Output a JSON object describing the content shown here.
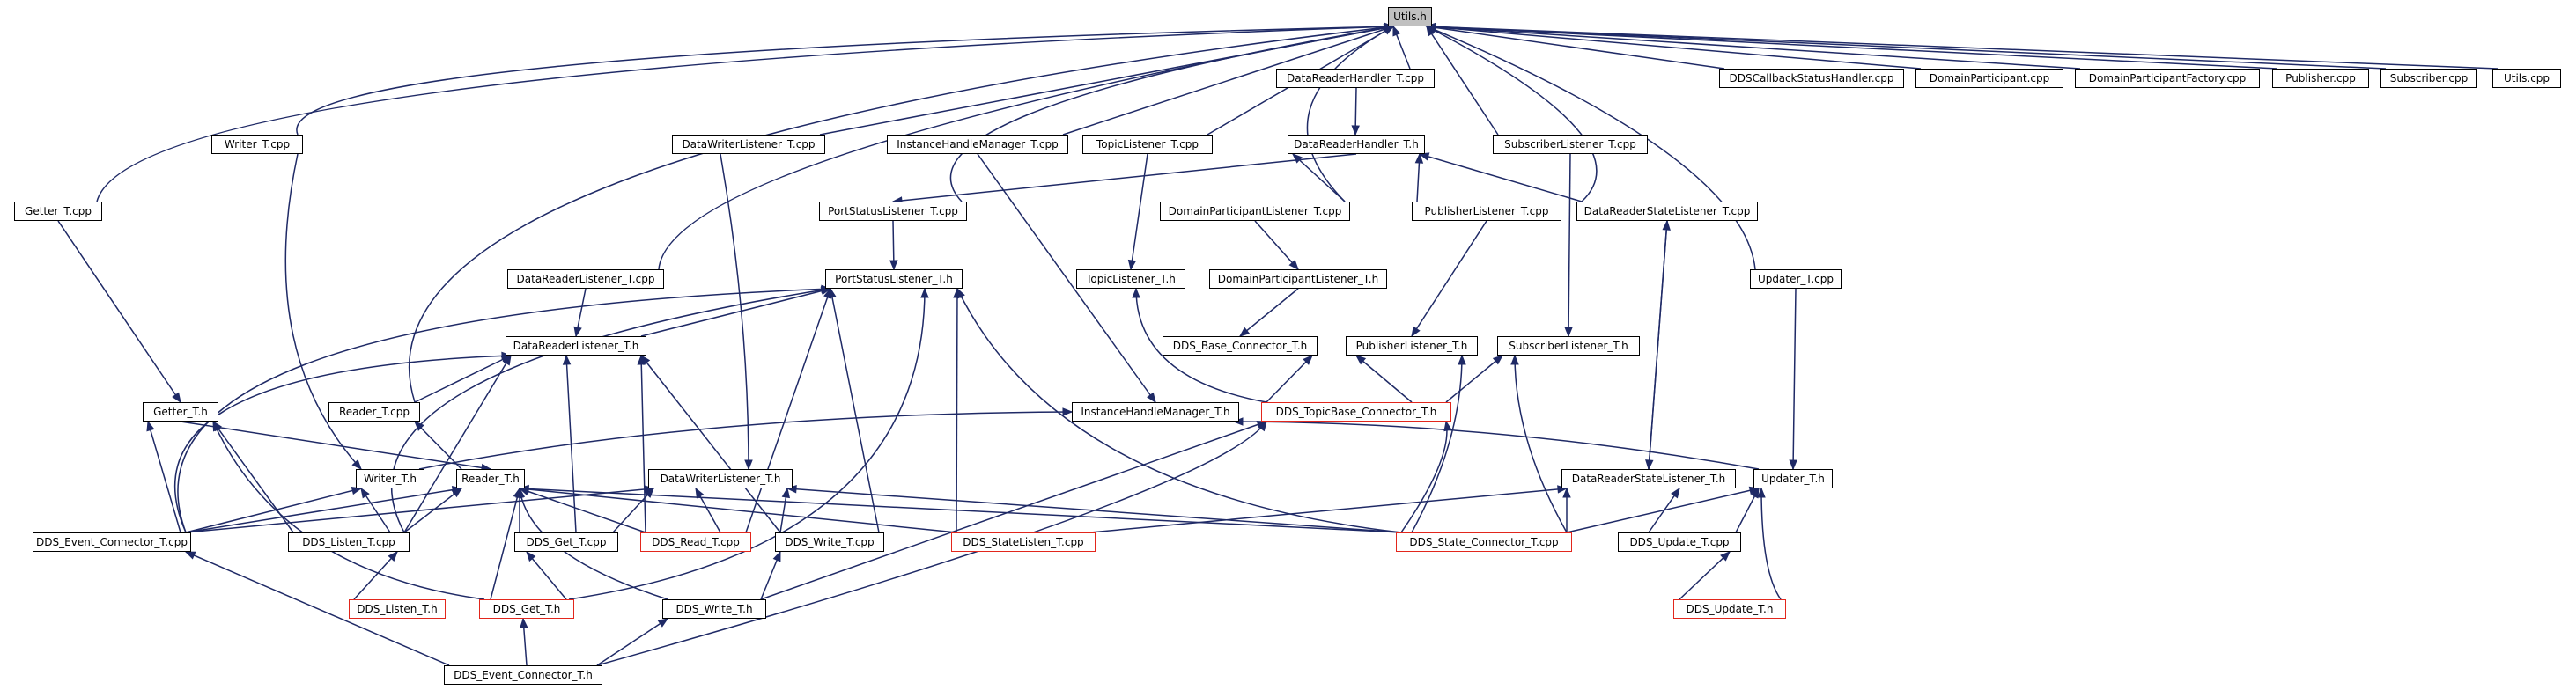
{
  "graph": {
    "title": "Include dependency graph",
    "colors": {
      "edge": "#1f2a66",
      "node_border": "#000000",
      "incomplete_border": "#e2261c",
      "root_fill": "#c0c0c0"
    },
    "nodes": {
      "utils_h": "Utils.h",
      "drh_t_cpp": "DataReaderHandler_T.cpp",
      "dds_cb_cpp": "DDSCallbackStatusHandler.cpp",
      "dp_cpp": "DomainParticipant.cpp",
      "dpf_cpp": "DomainParticipantFactory.cpp",
      "pub_cpp": "Publisher.cpp",
      "sub_cpp": "Subscriber.cpp",
      "utils_cpp": "Utils.cpp",
      "writer_t_cpp": "Writer_T.cpp",
      "dwl_t_cpp": "DataWriterListener_T.cpp",
      "ihm_t_cpp": "InstanceHandleManager_T.cpp",
      "tl_t_cpp": "TopicListener_T.cpp",
      "drh_t_h": "DataReaderHandler_T.h",
      "sl_t_cpp": "SubscriberListener_T.cpp",
      "getter_t_cpp": "Getter_T.cpp",
      "psl_t_cpp": "PortStatusListener_T.cpp",
      "dpl_t_cpp": "DomainParticipantListener_T.cpp",
      "pl_t_cpp": "PublisherListener_T.cpp",
      "drsl_t_cpp": "DataReaderStateListener_T.cpp",
      "drl_t_cpp": "DataReaderListener_T.cpp",
      "psl_t_h": "PortStatusListener_T.h",
      "tl_t_h": "TopicListener_T.h",
      "dpl_t_h": "DomainParticipantListener_T.h",
      "updater_t_cpp": "Updater_T.cpp",
      "drl_t_h": "DataReaderListener_T.h",
      "ddsbase_h": "DDS_Base_Connector_T.h",
      "pl_t_h": "PublisherListener_T.h",
      "sl_t_h": "SubscriberListener_T.h",
      "getter_t_h": "Getter_T.h",
      "reader_t_cpp": "Reader_T.cpp",
      "ihm_t_h": "InstanceHandleManager_T.h",
      "ddstb_h": "DDS_TopicBase_Connector_T.h",
      "writer_t_h": "Writer_T.h",
      "reader_t_h": "Reader_T.h",
      "dwl_t_h": "DataWriterListener_T.h",
      "drsl_t_h": "DataReaderStateListener_T.h",
      "updater_t_h": "Updater_T.h",
      "ev_cpp": "DDS_Event_Connector_T.cpp",
      "listen_cpp": "DDS_Listen_T.cpp",
      "get_cpp": "DDS_Get_T.cpp",
      "read_cpp": "DDS_Read_T.cpp",
      "write_cpp": "DDS_Write_T.cpp",
      "statelisten_cpp": "DDS_StateListen_T.cpp",
      "state_cpp": "DDS_State_Connector_T.cpp",
      "update_cpp": "DDS_Update_T.cpp",
      "listen_h": "DDS_Listen_T.h",
      "get_h": "DDS_Get_T.h",
      "write_h": "DDS_Write_T.h",
      "update_h": "DDS_Update_T.h",
      "ev_h": "DDS_Event_Connector_T.h"
    }
  }
}
